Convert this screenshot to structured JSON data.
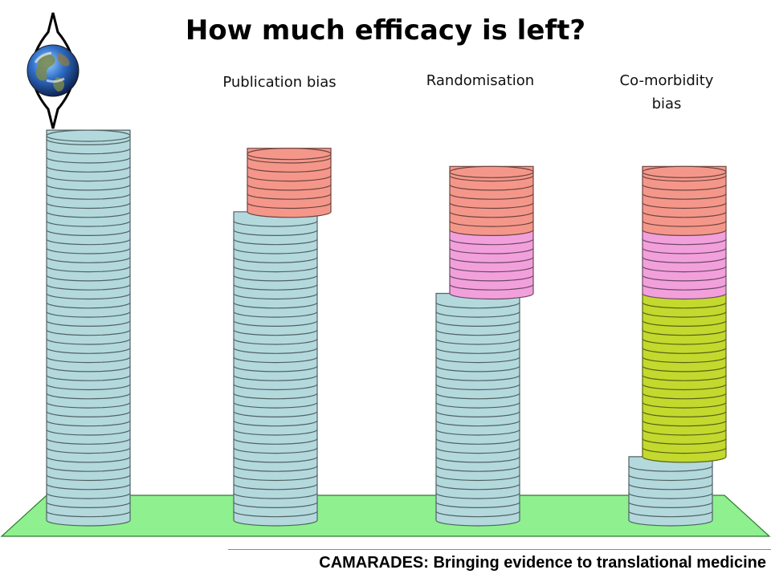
{
  "title": "How much efficacy is left?",
  "columns": [
    {
      "label": "",
      "layers": [
        {
          "kind": "efficacy",
          "count": 43
        }
      ]
    },
    {
      "label": "Publication bias",
      "layers": [
        {
          "kind": "efficacy",
          "count": 34
        },
        {
          "kind": "publication_bias",
          "count": 7
        }
      ]
    },
    {
      "label": "Randomisation",
      "layers": [
        {
          "kind": "efficacy",
          "count": 25
        },
        {
          "kind": "randomisation",
          "count": 7
        },
        {
          "kind": "publication_bias",
          "count": 7
        }
      ]
    },
    {
      "label": "Co-morbidity\nbias",
      "layers": [
        {
          "kind": "efficacy",
          "count": 7
        },
        {
          "kind": "comorbidity",
          "count": 18
        },
        {
          "kind": "randomisation",
          "count": 7
        },
        {
          "kind": "publication_bias",
          "count": 7
        }
      ]
    }
  ],
  "colors": {
    "efficacy": "#b3d9dd",
    "publication_bias": "#f4978a",
    "randomisation": "#f2a0dc",
    "comorbidity": "#c3d92e",
    "platform": "#8ef08e",
    "platform_edge": "#2f7a2f"
  },
  "icons": {
    "logo": "earth-globe-icon"
  },
  "footer": "CAMARADES: Bringing evidence to translational medicine"
}
